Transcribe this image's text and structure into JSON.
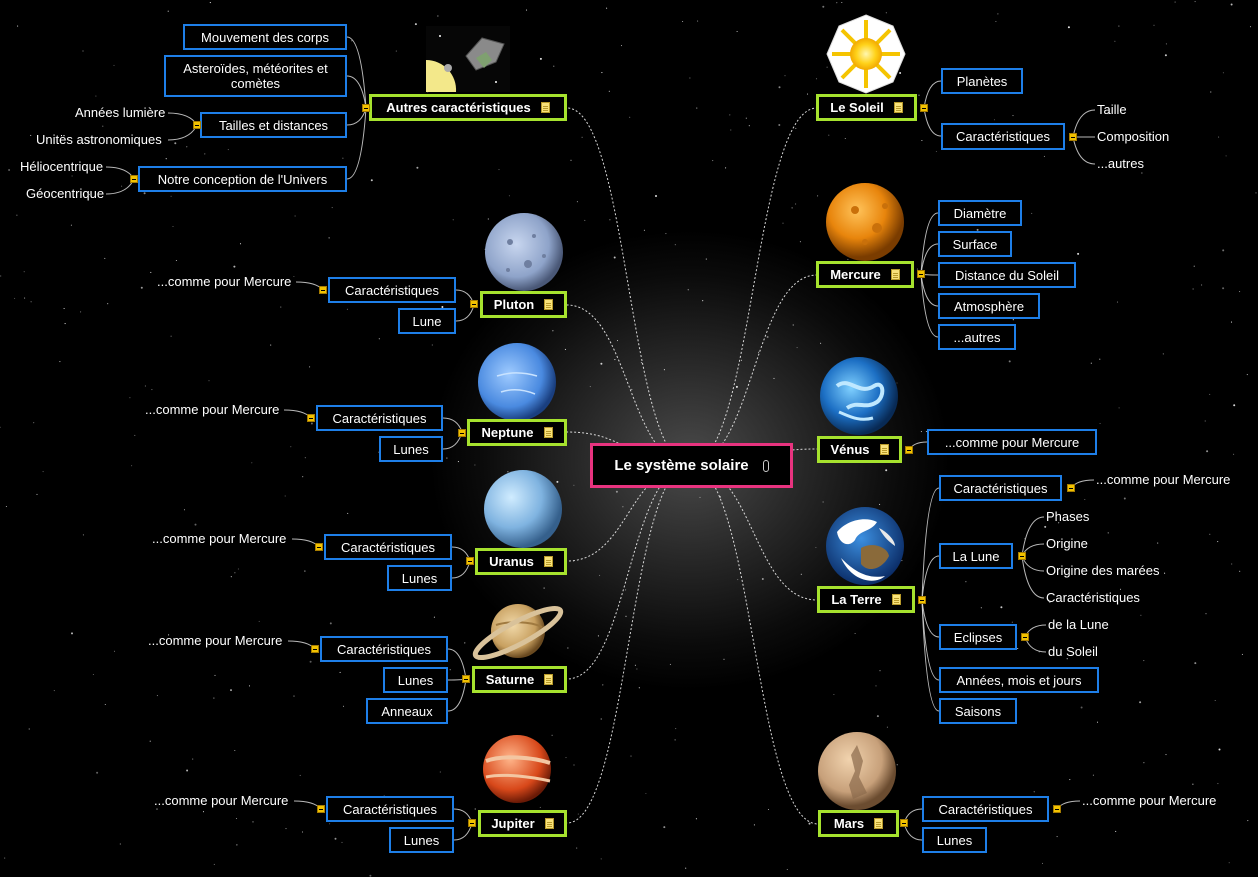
{
  "root": "Le système solaire",
  "colors": {
    "background": "#000000",
    "planet_border": "#a6e22e",
    "detail_border": "#1e7fe8",
    "root_border": "#e8337f",
    "connector": "#d8d8d8"
  },
  "autres": {
    "title": "Autres caractéristiques",
    "mouvement": "Mouvement des corps",
    "asteroides": "Asteroïdes, météorites et comètes",
    "tailles": "Tailles et distances",
    "annees_lumiere": "Années lumière",
    "unites": "Unitës astronomiques",
    "conception": "Notre conception de l'Univers",
    "helio": "Héliocentrique",
    "geo": "Géocentrique"
  },
  "soleil": {
    "title": "Le Soleil",
    "planetes": "Planètes",
    "caracteristiques": "Caractéristiques",
    "taille": "Taille",
    "composition": "Composition",
    "autres": "...autres"
  },
  "mercure": {
    "title": "Mercure",
    "diametre": "Diamètre",
    "surface": "Surface",
    "distance": "Distance du Soleil",
    "atmosphere": "Atmosphère",
    "autres": "...autres"
  },
  "venus": {
    "title": "Vénus",
    "comme": "...comme pour Mercure"
  },
  "terre": {
    "title": "La Terre",
    "caracteristiques": "Caractéristiques",
    "comme": "...comme pour Mercure",
    "lune": "La Lune",
    "phases": "Phases",
    "origine": "Origine",
    "marees": "Origine des marées",
    "lune_caract": "Caractéristiques",
    "eclipses": "Eclipses",
    "de_la_lune": "de la Lune",
    "du_soleil": "du Soleil",
    "annees": "Années, mois et jours",
    "saisons": "Saisons"
  },
  "mars": {
    "title": "Mars",
    "caracteristiques": "Caractéristiques",
    "comme": "...comme pour Mercure",
    "lunes": "Lunes"
  },
  "pluton": {
    "title": "Pluton",
    "caracteristiques": "Caractéristiques",
    "comme": "...comme pour Mercure",
    "lune": "Lune"
  },
  "neptune": {
    "title": "Neptune",
    "caracteristiques": "Caractéristiques",
    "comme": "...comme pour Mercure",
    "lunes": "Lunes"
  },
  "uranus": {
    "title": "Uranus",
    "caracteristiques": "Caractéristiques",
    "comme": "...comme pour Mercure",
    "lunes": "Lunes"
  },
  "saturne": {
    "title": "Saturne",
    "caracteristiques": "Caractéristiques",
    "comme": "...comme pour Mercure",
    "lunes": "Lunes",
    "anneaux": "Anneaux"
  },
  "jupiter": {
    "title": "Jupiter",
    "caracteristiques": "Caractéristiques",
    "comme": "...comme pour Mercure",
    "lunes": "Lunes"
  }
}
